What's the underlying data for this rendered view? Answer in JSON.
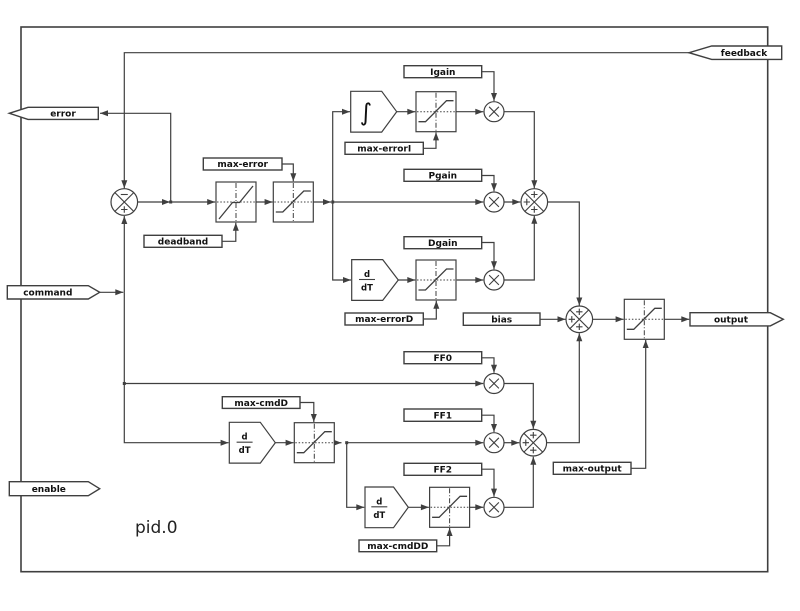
{
  "diagram": {
    "name": "pid.0",
    "ports": {
      "error": "error",
      "command": "command",
      "enable": "enable",
      "feedback": "feedback",
      "output": "output"
    },
    "params": {
      "max_error": "max-error",
      "deadband": "deadband",
      "igain": "Igain",
      "max_errorI": "max-errorI",
      "pgain": "Pgain",
      "dgain": "Dgain",
      "max_errorD": "max-errorD",
      "bias": "bias",
      "ff0": "FF0",
      "ff1": "FF1",
      "ff2": "FF2",
      "max_cmdD": "max-cmdD",
      "max_cmdDD": "max-cmdDD",
      "max_output": "max-output"
    },
    "operators": {
      "integrator": "∫",
      "derivative_numerator": "d",
      "derivative_denominator": "dT"
    },
    "colors": {
      "line": "#3f3f3f",
      "background": "#ffffff"
    }
  }
}
